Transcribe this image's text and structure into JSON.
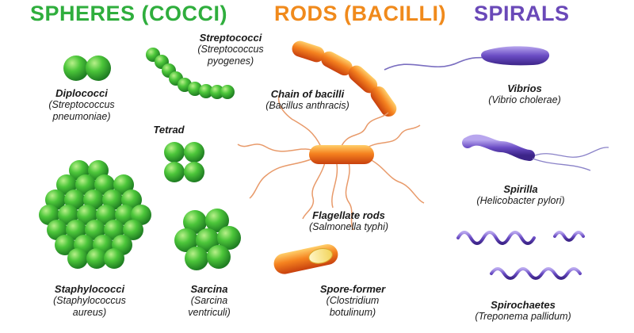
{
  "headings": {
    "cocci": "SPHERES (COCCI)",
    "rods": "RODS (BACILLI)",
    "spirals": "SPIRALS"
  },
  "colors": {
    "cocci": "#2fae3d",
    "rods": "#f08a1c",
    "spirals": "#6a49b8"
  },
  "items": {
    "diplococci": {
      "name": "Diplococci",
      "species_line1": "(Streptococcus",
      "species_line2": "pneumoniae)"
    },
    "streptococci": {
      "name": "Streptococci",
      "species_line1": "(Streptococcus",
      "species_line2": "pyogenes)"
    },
    "tetrad": {
      "name": "Tetrad"
    },
    "staphylococci": {
      "name": "Staphylococci",
      "species_line1": "(Staphylococcus",
      "species_line2": "aureus)"
    },
    "sarcina": {
      "name": "Sarcina",
      "species_line1": "(Sarcina",
      "species_line2": "ventriculi)"
    },
    "chain_bacilli": {
      "name": "Chain of bacilli",
      "species_line1": "(Bacillus anthracis)"
    },
    "flagellate_rods": {
      "name": "Flagellate rods",
      "species_line1": "(Salmonella typhi)"
    },
    "spore_former": {
      "name": "Spore-former",
      "species_line1": "(Clostridium",
      "species_line2": "botulinum)"
    },
    "vibrios": {
      "name": "Vibrios",
      "species_line1": "(Vibrio cholerae)"
    },
    "spirilla": {
      "name": "Spirilla",
      "species_line1": "(Helicobacter pylori)"
    },
    "spirochaetes": {
      "name": "Spirochaetes",
      "species_line1": "(Treponema pallidum)"
    }
  }
}
